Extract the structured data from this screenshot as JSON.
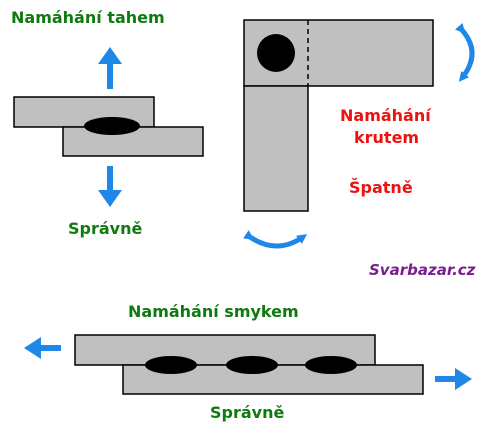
{
  "labels": {
    "tension_title": "Namáhání tahem",
    "tension_verdict": "Správně",
    "torsion_title_line1": "Namáhání",
    "torsion_title_line2": "krutem",
    "torsion_verdict": "Špatně",
    "watermark": "Svarbazar.cz",
    "shear_title": "Namáhání smykem",
    "shear_verdict": "Správně"
  },
  "colors": {
    "plate_fill": "#c0c0c0",
    "weld_fill": "#000000",
    "arrow_blue": "#1f87e8",
    "correct_green": "#0f7a10",
    "wrong_red": "#ee1111",
    "watermark_purple": "#7a1d8e"
  },
  "icons": {
    "tension_up": "arrow-up-icon",
    "tension_down": "arrow-down-icon",
    "torsion_side": "curved-arrow-icon",
    "torsion_bottom": "curved-arrow-icon",
    "shear_left": "arrow-left-icon",
    "shear_right": "arrow-right-icon"
  }
}
